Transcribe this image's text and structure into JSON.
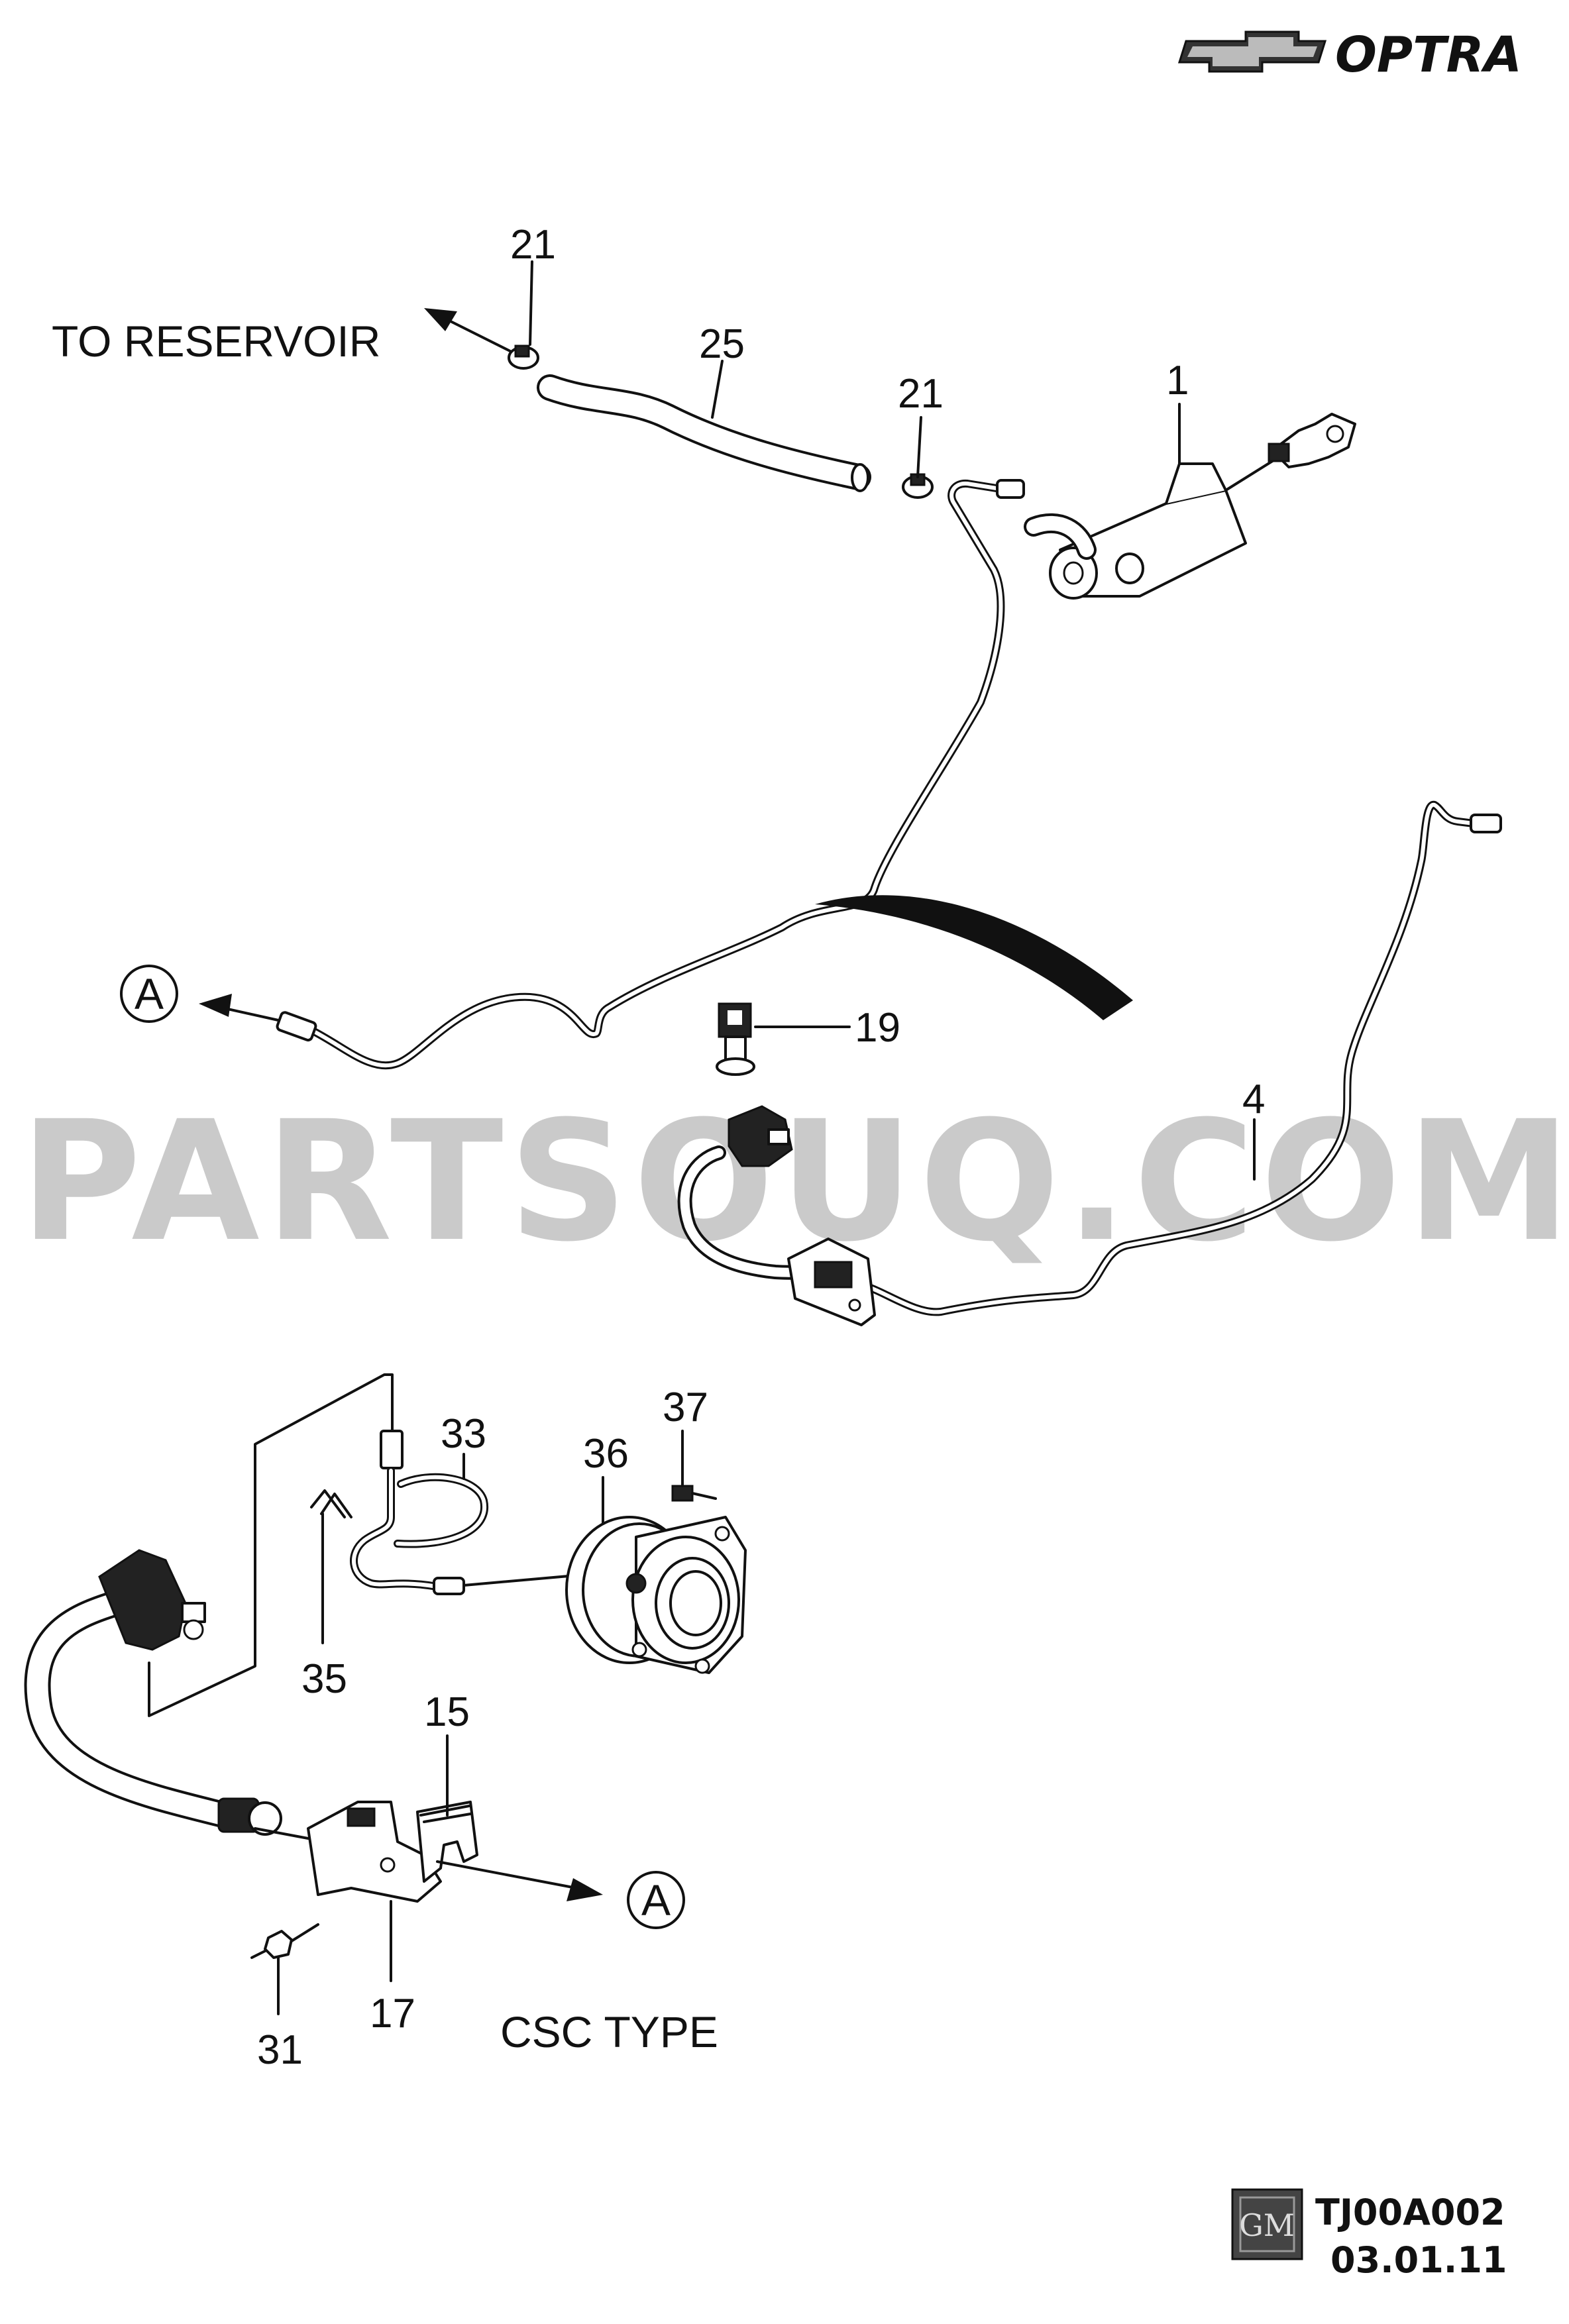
{
  "header": {
    "brand": "OPTRA",
    "logo_icon": "chevrolet-bowtie-icon"
  },
  "notes": {
    "to_reservoir": "TO RESERVOIR",
    "csc_type": "CSC TYPE"
  },
  "callouts": {
    "c1": "1",
    "c4": "4",
    "c15": "15",
    "c17": "17",
    "c19": "19",
    "c21a": "21",
    "c21b": "21",
    "c25": "25",
    "c31": "31",
    "c33": "33",
    "c35": "35",
    "c36": "36",
    "c37": "37"
  },
  "connectors": {
    "a_upper": "A",
    "a_lower": "A"
  },
  "footer": {
    "gm_logo": "GM",
    "code": "TJ00A002",
    "date": "03.01.11"
  },
  "watermark": "PARTSOUQ.COM"
}
